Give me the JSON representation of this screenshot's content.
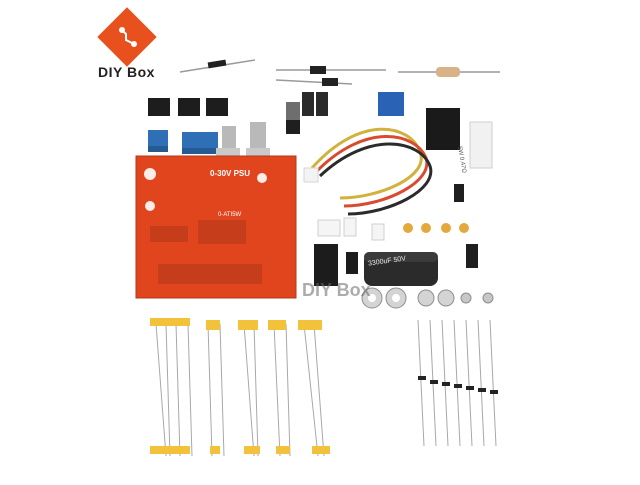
{
  "image": {
    "description_hidden": false
  },
  "brand": {
    "logo_text": "DIY Box",
    "watermark": "DIY Box",
    "logo_color": "#e8501e"
  },
  "pcb": {
    "title": "0-30V PSU",
    "model": "0-ATI5W",
    "color": "#e0451d"
  },
  "capacitor": {
    "label": "3300uF 50V"
  },
  "resistor": {
    "label": "5W 0.47Ω"
  },
  "colors": {
    "background": "#ffffff",
    "pcb": "#e0451d",
    "tape_yellow": "#f2c23a",
    "terminal_blue": "#2f6fb5"
  }
}
